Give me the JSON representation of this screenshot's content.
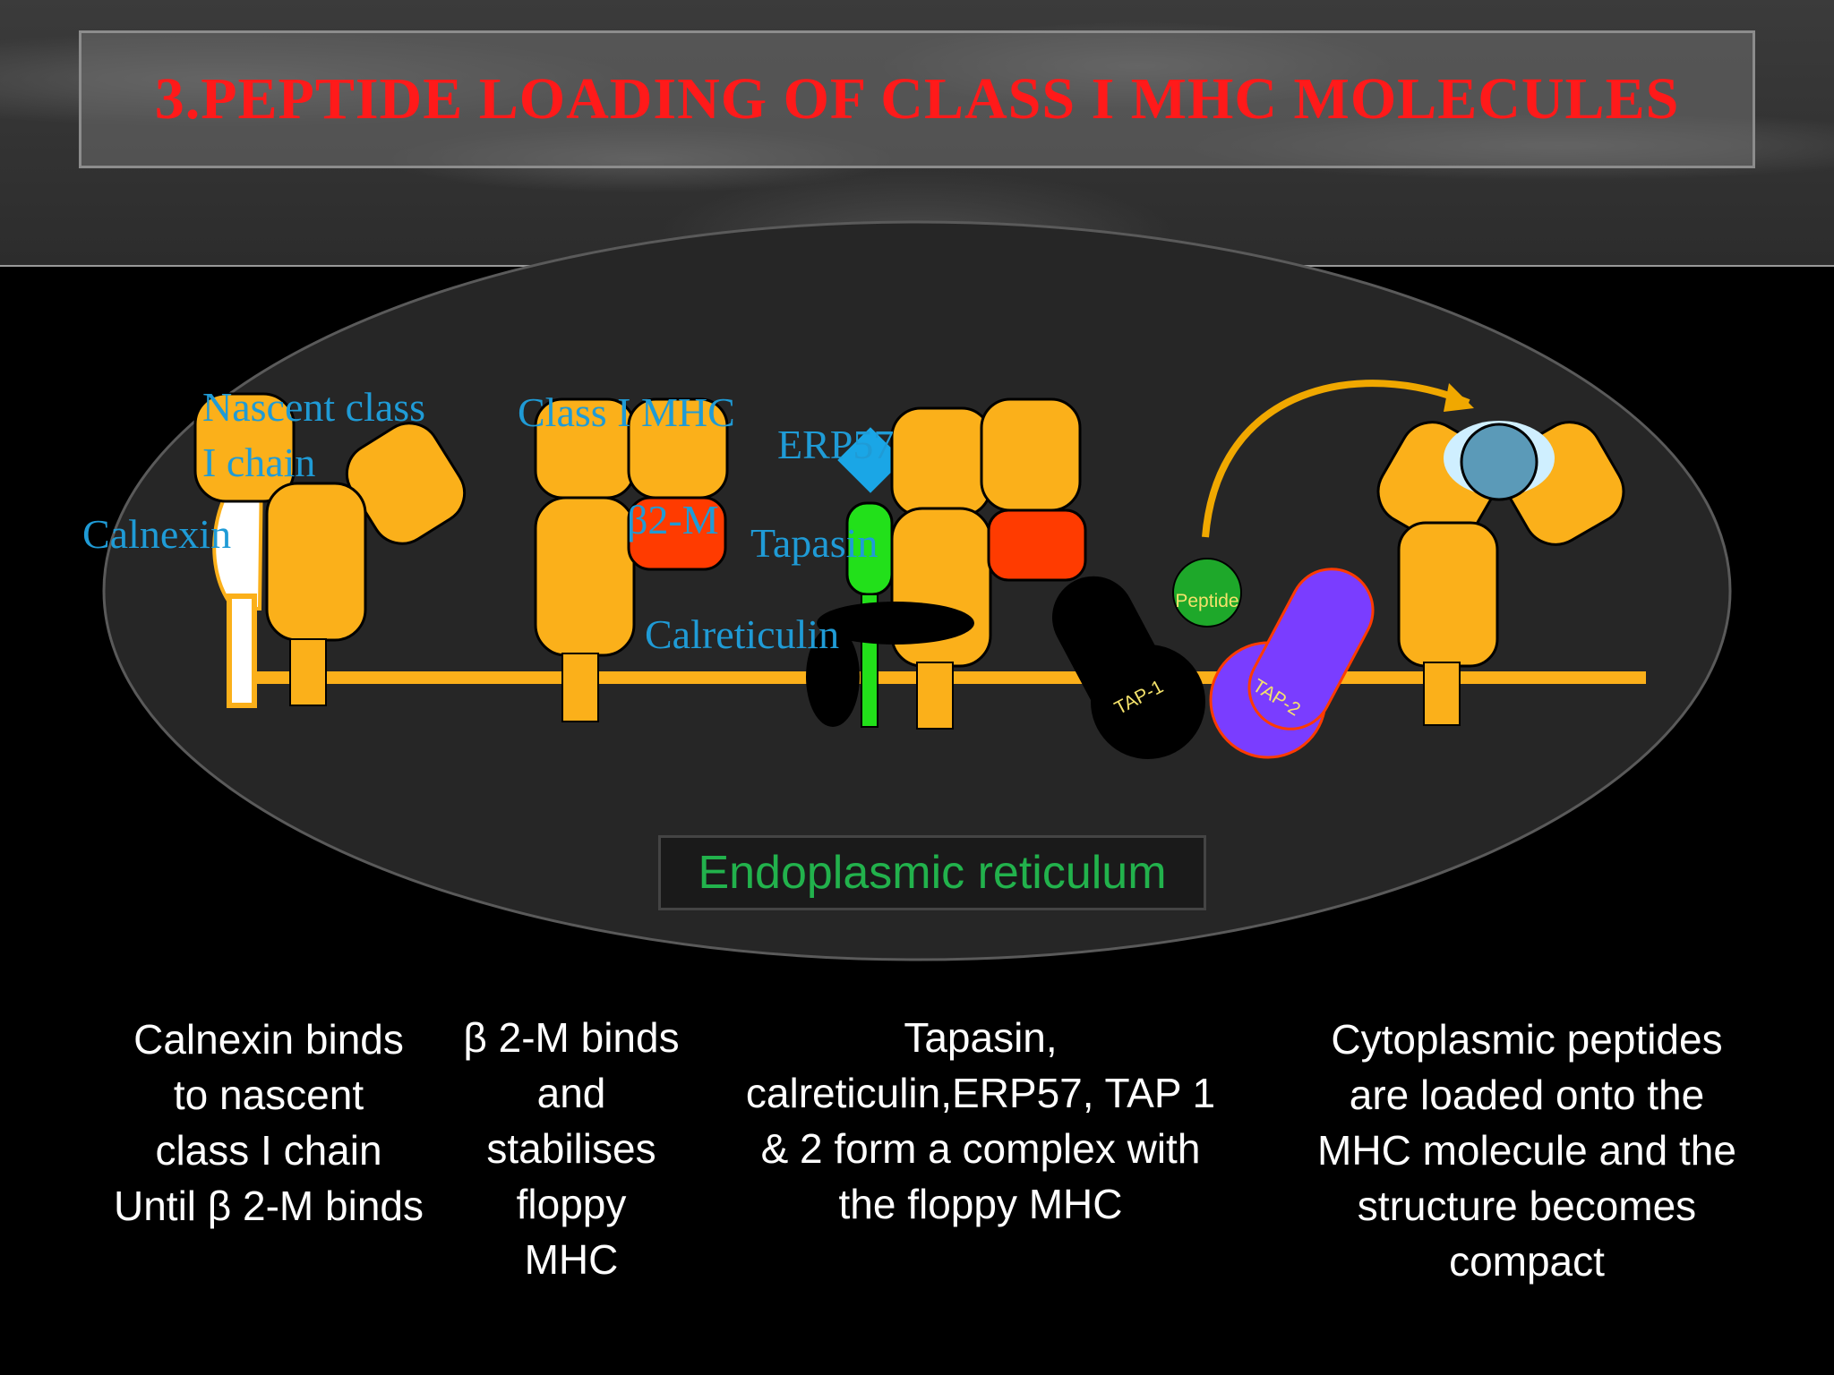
{
  "title": "3.PEPTIDE LOADING OF CLASS I MHC MOLECULES",
  "labels": {
    "nascent": "Nascent class\nI chain",
    "nascent_line1": "Nascent class",
    "nascent_line2": "I chain",
    "calnexin": "Calnexin",
    "class_mhc": "Class I MHC",
    "b2m": "β2-M",
    "erp57": "ERP57",
    "tapasin": "Tapasin",
    "calreticulin": "Calreticulin",
    "peptide": "Peptide",
    "tap1": "TAP-1",
    "tap2": "TAP-2",
    "er": "Endoplasmic reticulum"
  },
  "captions": {
    "step1": "Calnexin binds\nto nascent\nclass I chain\nUntil β 2-M binds",
    "step2": "β 2-M binds\nand\nstabilises\nfloppy\nMHC",
    "step3": "Tapasin,\ncalreticulin,ERP57, TAP 1\n& 2 form a complex with\nthe floppy MHC",
    "step4": "Cytoplasmic peptides\nare loaded onto the\nMHC molecule and the\nstructure becomes\ncompact"
  },
  "colors": {
    "mhc": "#fbb01a",
    "b2m": "#ff3b00",
    "tapasin": "#22e01a",
    "erp57": "#1aa6e6",
    "peptide": "#1ea82a",
    "tap2": "#7a3dff",
    "tap1": "#000000",
    "label_blue": "#1f9bd6",
    "title_red": "#ff1a1a",
    "er_green": "#22b24c"
  }
}
